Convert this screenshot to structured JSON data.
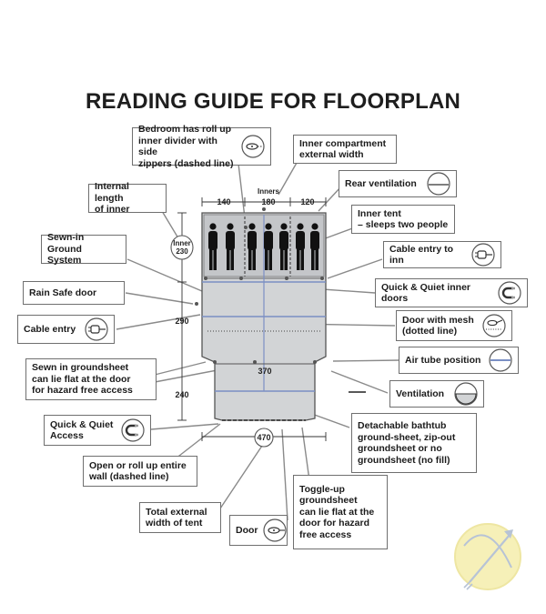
{
  "title": "READING GUIDE FOR FLOORPLAN",
  "dimensions": {
    "inners": "Inners",
    "w140": "140",
    "w180": "180",
    "w120": "120",
    "inner_label": "Inner",
    "inner_230": "230",
    "d290": "290",
    "d240": "240",
    "d370": "370",
    "d470": "470"
  },
  "labels": {
    "bedroom": "Bedroom has roll up\ninner divider with side\nzippers (dashed line)",
    "inner_compartment": "Inner compartment\nexternal width",
    "rear_ventilation": "Rear ventilation",
    "internal_length": "Internal length\nof inner",
    "inner_tent": "Inner tent\n– sleeps two people",
    "sewn_ground": "Sewn-in Ground\nSystem",
    "cable_entry_inner": "Cable entry to inn",
    "rain_safe": "Rain Safe door",
    "quick_quiet_inner": "Quick & Quiet inner doors",
    "cable_entry": "Cable entry",
    "door_mesh": "Door with mesh\n(dotted line)",
    "air_tube": "Air tube position",
    "sewn_groundsheet": "Sewn in groundsheet\ncan lie flat at the door\nfor hazard free access",
    "ventilation": "Ventilation",
    "quick_quiet_access": "Quick & Quiet\nAccess",
    "detachable": "Detachable bathtub\nground-sheet, zip-out\ngroundsheet or no\ngroundsheet (no fill)",
    "open_roll": "Open or roll up entire\nwall (dashed line)",
    "total_width": "Total external\nwidth of tent",
    "toggle_up": "Toggle-up\ngroundsheet\ncan lie flat at the\ndoor for hazard\nfree access",
    "door": "Door"
  },
  "colors": {
    "floor": "#d2d4d6",
    "bedroom": "#c4c6c9",
    "outline": "#555555",
    "tube": "#7b8fc4",
    "leader": "#8a8a8a"
  },
  "icons": {
    "zipper": "zipper-icon",
    "vent_bar": "vent-bar-icon",
    "plug": "plug-icon",
    "magnet": "magnet-icon",
    "mesh_door": "mesh-door-icon",
    "air_tube": "air-tube-icon",
    "vent_half": "vent-half-icon",
    "door_zipper": "door-zipper-icon",
    "logo": "compass-arrow-logo"
  }
}
